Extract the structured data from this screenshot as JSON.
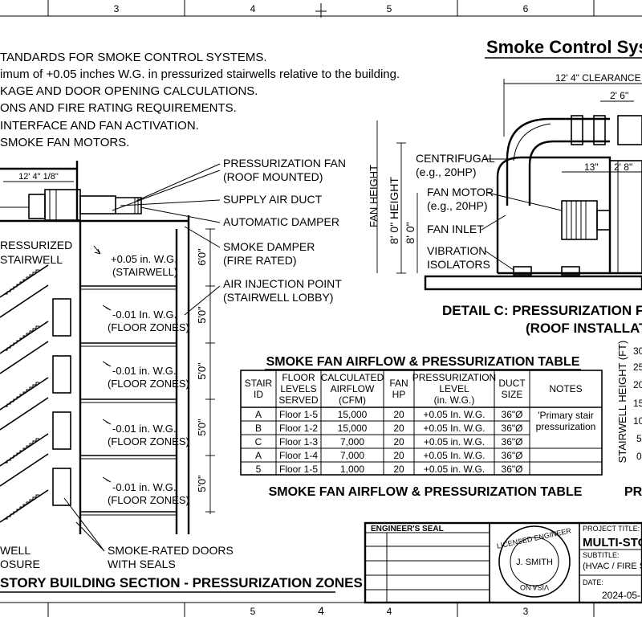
{
  "frame": {
    "top_zones": [
      "3",
      "4",
      "5",
      "6"
    ],
    "bottom_zones": [
      "5",
      "4",
      "4",
      "3"
    ]
  },
  "notes": [
    "TANDARDS FOR SMOKE CONTROL SYSTEMS.",
    "imum of +0.05 inches W.G. in pressurized stairwells relative to the building.",
    "KAGE AND DOOR OPENING CALCULATIONS.",
    "ONS AND FIRE RATING REQUIREMENTS.",
    " INTERFACE AND FAN ACTIVATION.",
    "SMOKE FAN MOTORS."
  ],
  "main_title": "Smoke Control Syst",
  "section": {
    "top_dim": "12' 4\" 1/8\"",
    "stair_label_1": "RESSURIZED",
    "stair_label_2": "STAIRWELL",
    "zones": [
      {
        "p": "+0.05 in. W.G.",
        "z": "(STAIRWELL)"
      },
      {
        "p": "-0.01 In. W.G.",
        "z": "(FLOOR ZONES)"
      },
      {
        "p": "-0.01 in. W.G.",
        "z": "(FLOOR ZONES)"
      },
      {
        "p": "-0.01 in. W.G.",
        "z": "(FLOOR ZONES)"
      },
      {
        "p": "-0.01 in. W.G.",
        "z": "(FLOOR ZONES)"
      }
    ],
    "heights": [
      "6'0\"",
      "5'0\"",
      "5'0\"",
      "5'0\"",
      "5'0\""
    ],
    "callouts": [
      {
        "l1": "PRESSURIZATION FAN",
        "l2": "(ROOF MOUNTED)"
      },
      {
        "l1": "SUPPLY AIR DUCT",
        "l2": ""
      },
      {
        "l1": "AUTOMATIC DAMPER",
        "l2": ""
      },
      {
        "l1": "SMOKE DAMPER",
        "l2": "(FIRE RATED)"
      },
      {
        "l1": "AIR INJECTION POINT",
        "l2": "(STAIRWELL LOBBY)"
      }
    ],
    "bottom_left_1": "WELL",
    "bottom_left_2": "OSURE",
    "doors_1": "SMOKE-RATED DOORS",
    "doors_2": "WITH SEALS",
    "title": "STORY BUILDING SECTION - PRESSURIZATION ZONES"
  },
  "detail": {
    "clearance": "12' 4\" CLEARANCE",
    "dim_a": "2' 6\"",
    "dim_b": "13\"",
    "dim_c": "2' 8\"",
    "fan_height": "FAN HEIGHT",
    "fan_height_val": "8' 0\" HEIGHT",
    "fan_height_val2": "8' 0\"",
    "labels": [
      {
        "l1": "CENTRIFUGAL",
        "l2": "(e.g., 20HP)"
      },
      {
        "l1": "FAN MOTOR",
        "l2": "(e.g., 20HP)"
      },
      {
        "l1": "FAN INLET",
        "l2": ""
      },
      {
        "l1": "VIBRATION",
        "l2": "ISOLATORS"
      }
    ],
    "title_1": "DETAIL C: PRESSURIZATION FA",
    "title_2": "(ROOF INSTALLAT"
  },
  "table": {
    "title": "SMOKE FAN AIRFLOW & PRESSURIZATION TABLE",
    "title_bottom": "SMOKE FAN AIRFLOW & PRESSURIZATION TABLE",
    "headers": [
      [
        "STAIR",
        "ID"
      ],
      [
        "FLOOR",
        "LEVELS",
        "SERVED"
      ],
      [
        "CALCULATED",
        "AIRFLOW",
        "(CFM)"
      ],
      [
        "FAN",
        "HP"
      ],
      [
        "PRESSURIZATION",
        "LEVEL",
        "(in. W.G.)"
      ],
      [
        "DUCT",
        "SIZE"
      ],
      [
        "NOTES"
      ]
    ],
    "rows": [
      [
        "A",
        "Floor 1-5",
        "15,000",
        "20",
        "+0.05 In. W.G.",
        "36\"Ø"
      ],
      [
        "B",
        "Floor 1-2",
        "15,000",
        "20",
        "+0.05 In. W.G.",
        "36\"Ø"
      ],
      [
        "C",
        "Floor 1-3",
        "7,000",
        "20",
        "+0.05 in. W.G.",
        "36\"Ø"
      ],
      [
        "A",
        "Floor 1-4",
        "7,000",
        "20",
        "+0.05 In. W.G.",
        "36\"Ø"
      ],
      [
        "5",
        "Floor 1-5",
        "1,000",
        "20",
        "+0.05 in. W.G.",
        "36\"Ø"
      ]
    ],
    "note_1": "'Primary stair",
    "note_2": "pressurization"
  },
  "chart_stub": {
    "ylabel": "STAIRWELL HEIGHT (FT)",
    "ticks": [
      "30",
      "25",
      "20",
      "15",
      "10",
      "5",
      "0"
    ],
    "label": "PR"
  },
  "title_block": {
    "engineer_seal": "ENGINEER'S SEAL",
    "seal_top": "LICENSED ENGINEER",
    "seal_name": "J. SMITH",
    "seal_bottom": "VISA NO",
    "project_label": "PROJECT TITLE:",
    "project_value": "MULTI-STO",
    "subtitle_label": "SUBTITLE:",
    "subtitle_value": "(HVAC / FIRE SY",
    "date_label": "DATE:",
    "date_value": "2024-05-"
  }
}
